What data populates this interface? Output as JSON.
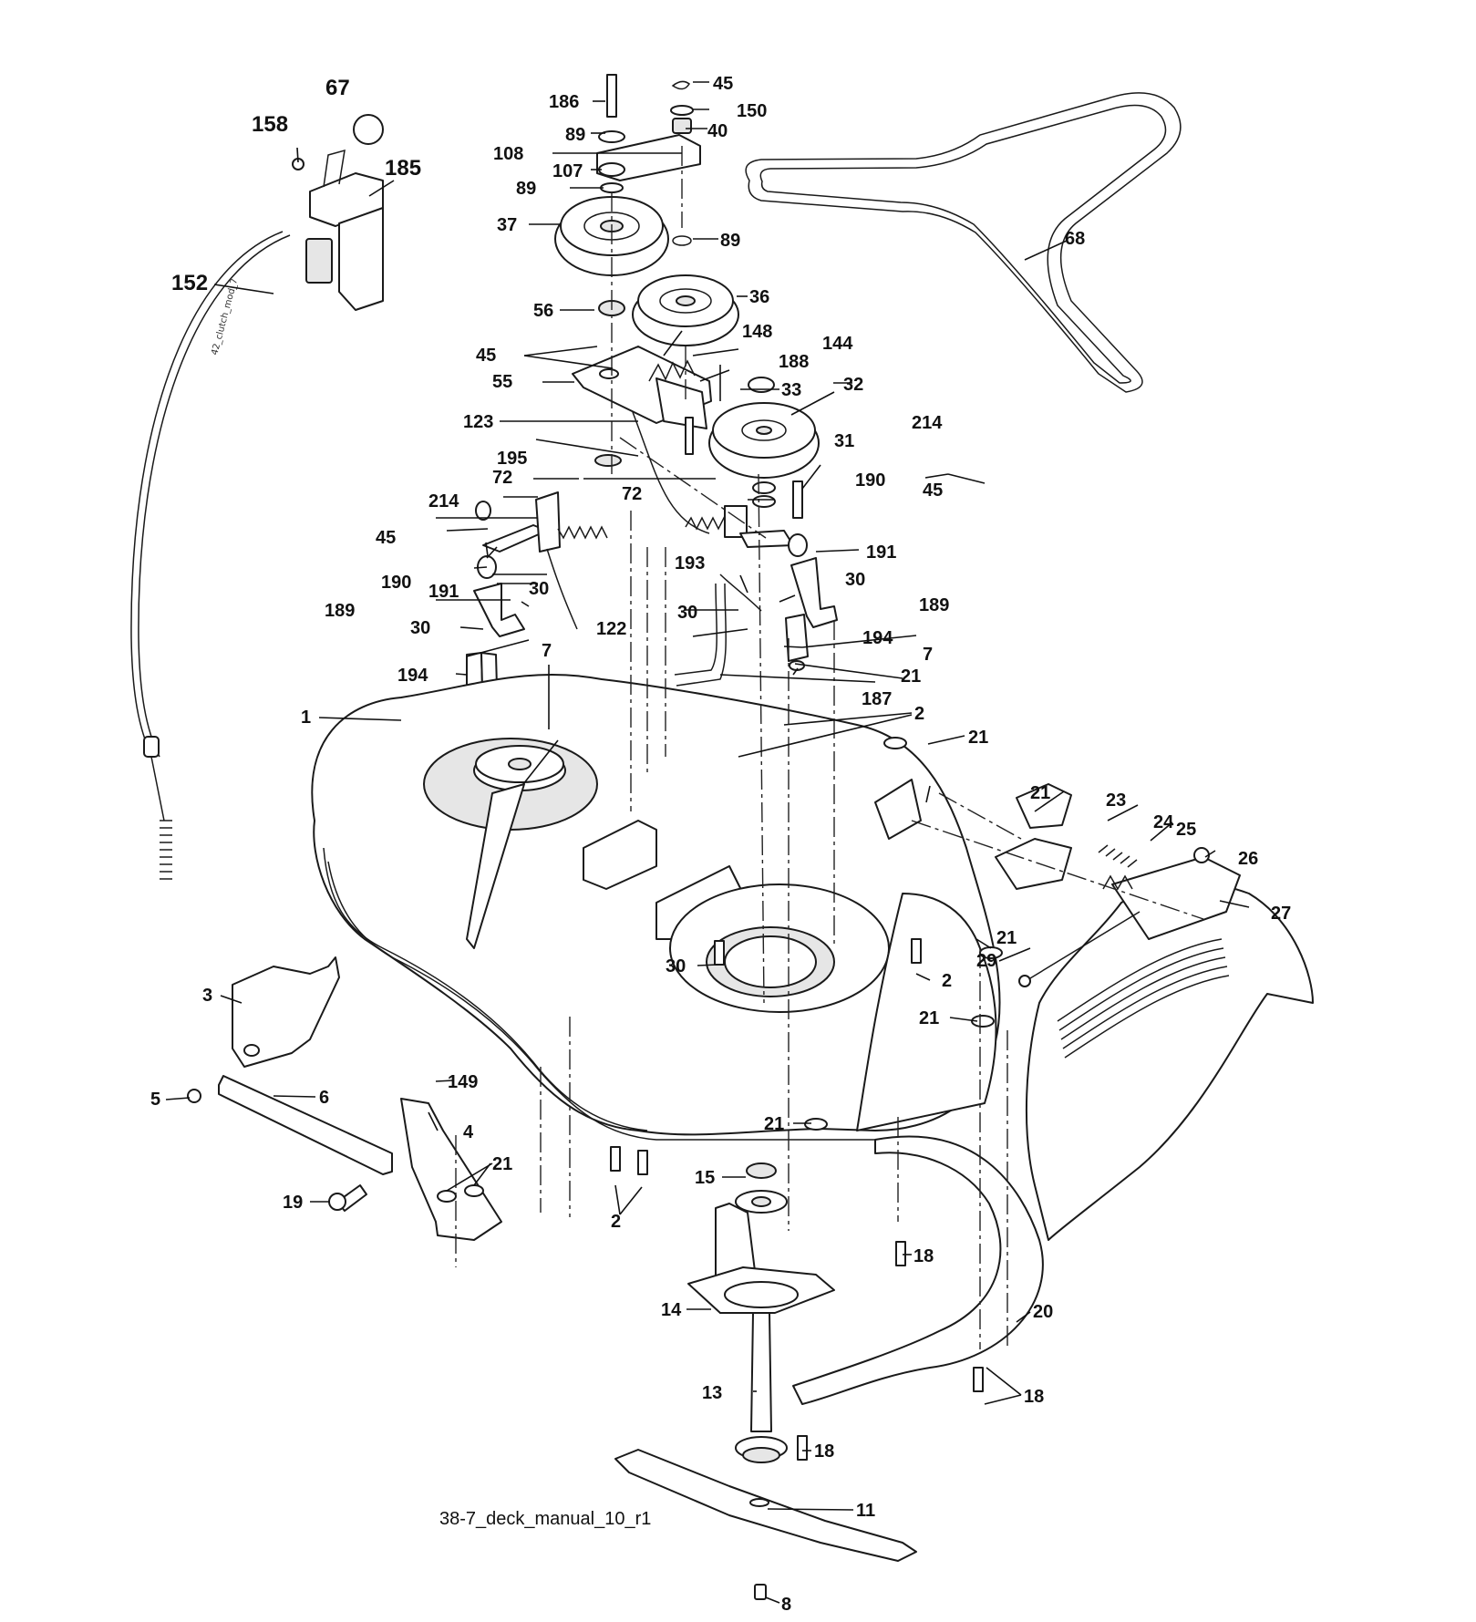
{
  "drawing_id": "38-7_deck_manual_10_r1",
  "cable_marking": "42_clutch_mod_7",
  "callouts": [
    {
      "text": "67",
      "big": true
    },
    {
      "text": "158",
      "big": true
    },
    {
      "text": "185",
      "big": true
    },
    {
      "text": "152",
      "big": true
    },
    {
      "text": "186"
    },
    {
      "text": "45"
    },
    {
      "text": "150"
    },
    {
      "text": "89"
    },
    {
      "text": "40"
    },
    {
      "text": "108"
    },
    {
      "text": "107"
    },
    {
      "text": "89"
    },
    {
      "text": "37"
    },
    {
      "text": "89"
    },
    {
      "text": "36"
    },
    {
      "text": "68"
    },
    {
      "text": "56"
    },
    {
      "text": "148"
    },
    {
      "text": "45"
    },
    {
      "text": "144"
    },
    {
      "text": "55"
    },
    {
      "text": "188"
    },
    {
      "text": "33"
    },
    {
      "text": "32"
    },
    {
      "text": "123"
    },
    {
      "text": "214"
    },
    {
      "text": "31"
    },
    {
      "text": "195"
    },
    {
      "text": "72"
    },
    {
      "text": "72"
    },
    {
      "text": "190"
    },
    {
      "text": "214"
    },
    {
      "text": "45"
    },
    {
      "text": "45"
    },
    {
      "text": "191"
    },
    {
      "text": "190"
    },
    {
      "text": "193"
    },
    {
      "text": "30"
    },
    {
      "text": "191"
    },
    {
      "text": "30"
    },
    {
      "text": "189"
    },
    {
      "text": "30"
    },
    {
      "text": "122"
    },
    {
      "text": "189"
    },
    {
      "text": "30"
    },
    {
      "text": "194"
    },
    {
      "text": "7"
    },
    {
      "text": "7"
    },
    {
      "text": "194"
    },
    {
      "text": "21"
    },
    {
      "text": "187"
    },
    {
      "text": "1"
    },
    {
      "text": "2"
    },
    {
      "text": "21"
    },
    {
      "text": "21"
    },
    {
      "text": "23"
    },
    {
      "text": "24"
    },
    {
      "text": "25"
    },
    {
      "text": "26"
    },
    {
      "text": "27"
    },
    {
      "text": "21"
    },
    {
      "text": "29"
    },
    {
      "text": "30"
    },
    {
      "text": "2"
    },
    {
      "text": "3"
    },
    {
      "text": "21"
    },
    {
      "text": "149"
    },
    {
      "text": "5"
    },
    {
      "text": "6"
    },
    {
      "text": "4"
    },
    {
      "text": "21"
    },
    {
      "text": "21"
    },
    {
      "text": "15"
    },
    {
      "text": "19"
    },
    {
      "text": "2"
    },
    {
      "text": "18"
    },
    {
      "text": "20"
    },
    {
      "text": "14"
    },
    {
      "text": "13"
    },
    {
      "text": "18"
    },
    {
      "text": "18"
    },
    {
      "text": "11"
    },
    {
      "text": "8"
    }
  ]
}
